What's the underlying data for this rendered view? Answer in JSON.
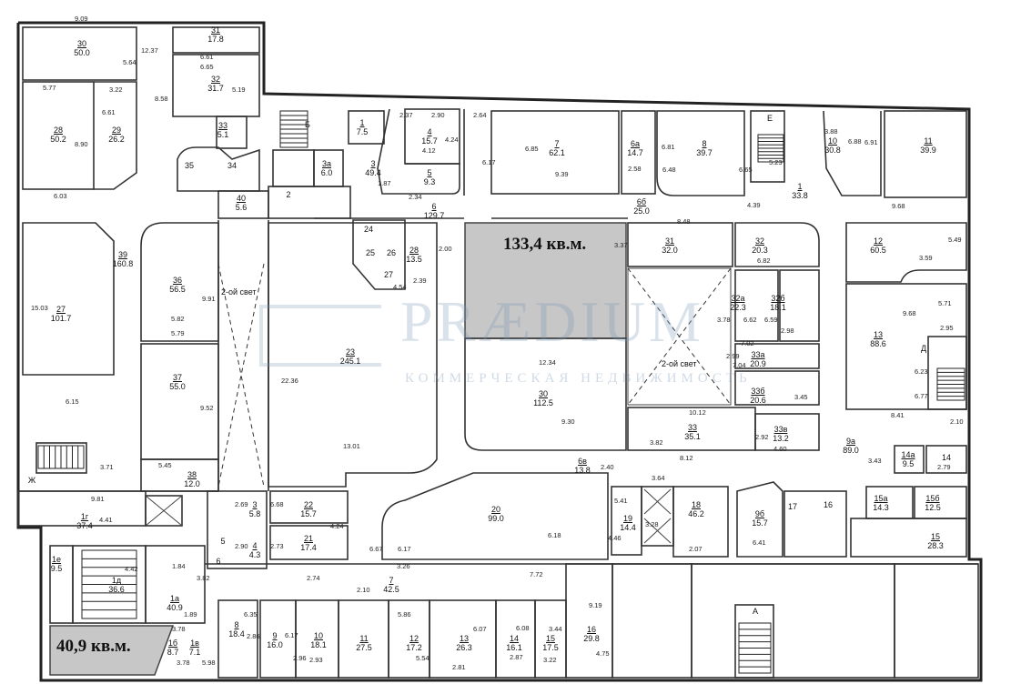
{
  "highlights": [
    {
      "label": "133,4 кв.м."
    },
    {
      "label": "40,9 кв.м."
    }
  ],
  "watermark": {
    "brand": "PRÆDIUM",
    "tagline": "КОММЕРЧЕСКАЯ НЕДВИЖИМОСТЬ"
  },
  "notes": {
    "double_height_left": "2-ой свет",
    "double_height_right": "2-ой свет"
  },
  "rooms": [
    {
      "num": "30",
      "area": "50.0"
    },
    {
      "num": "31",
      "area": "17.8"
    },
    {
      "num": "32",
      "area": "31.7"
    },
    {
      "num": "28",
      "area": "50.2"
    },
    {
      "num": "29",
      "area": "26.2"
    },
    {
      "num": "33",
      "area": "5.1"
    },
    {
      "num": "35",
      "area": ""
    },
    {
      "num": "34",
      "area": ""
    },
    {
      "num": "40",
      "area": "5.6"
    },
    {
      "num": "2",
      "area": ""
    },
    {
      "num": "1",
      "area": "7.5"
    },
    {
      "num": "Б",
      "area": ""
    },
    {
      "num": "3а",
      "area": "6.0"
    },
    {
      "num": "3",
      "area": "49.4"
    },
    {
      "num": "4",
      "area": "15.7"
    },
    {
      "num": "5",
      "area": "9.3"
    },
    {
      "num": "6",
      "area": "129.7"
    },
    {
      "num": "7",
      "area": "62.1"
    },
    {
      "num": "6а",
      "area": "14.7"
    },
    {
      "num": "8",
      "area": "39.7"
    },
    {
      "num": "Е",
      "area": ""
    },
    {
      "num": "1",
      "area": "33.8"
    },
    {
      "num": "10",
      "area": "30.8"
    },
    {
      "num": "11",
      "area": "39.9"
    },
    {
      "num": "6б",
      "area": "25.0"
    },
    {
      "num": "24",
      "area": ""
    },
    {
      "num": "25",
      "area": ""
    },
    {
      "num": "26",
      "area": ""
    },
    {
      "num": "28",
      "area": "13.5"
    },
    {
      "num": "27",
      "area": ""
    },
    {
      "num": "39",
      "area": "160.8"
    },
    {
      "num": "27",
      "area": "101.7"
    },
    {
      "num": "36",
      "area": "56.5"
    },
    {
      "num": "37",
      "area": "55.0"
    },
    {
      "num": "23",
      "area": "245.1"
    },
    {
      "num": "30",
      "area": "112.5"
    },
    {
      "num": "31",
      "area": "32.0"
    },
    {
      "num": "32",
      "area": "20.3"
    },
    {
      "num": "12",
      "area": "60.5"
    },
    {
      "num": "32а",
      "area": "22.3"
    },
    {
      "num": "32б",
      "area": "18.1"
    },
    {
      "num": "13",
      "area": "88.6"
    },
    {
      "num": "33а",
      "area": "20.9"
    },
    {
      "num": "33б",
      "area": "20.6"
    },
    {
      "num": "Д",
      "area": ""
    },
    {
      "num": "33",
      "area": "35.1"
    },
    {
      "num": "33в",
      "area": "13.2"
    },
    {
      "num": "9а",
      "area": "89.0"
    },
    {
      "num": "14а",
      "area": "9.5"
    },
    {
      "num": "14",
      "area": ""
    },
    {
      "num": "6в",
      "area": "13.8"
    },
    {
      "num": "38",
      "area": "12.0"
    },
    {
      "num": "Ж",
      "area": ""
    },
    {
      "num": "1г",
      "area": "37.4"
    },
    {
      "num": "22",
      "area": "15.7"
    },
    {
      "num": "21",
      "area": "17.4"
    },
    {
      "num": "3",
      "area": "5.8"
    },
    {
      "num": "5",
      "area": ""
    },
    {
      "num": "4",
      "area": "4.3"
    },
    {
      "num": "6",
      "area": ""
    },
    {
      "num": "20",
      "area": "99.0"
    },
    {
      "num": "19",
      "area": "14.4"
    },
    {
      "num": "18",
      "area": "46.2"
    },
    {
      "num": "9б",
      "area": "15.7"
    },
    {
      "num": "17",
      "area": ""
    },
    {
      "num": "16",
      "area": ""
    },
    {
      "num": "15а",
      "area": "14.3"
    },
    {
      "num": "15б",
      "area": "12.5"
    },
    {
      "num": "15",
      "area": "28.3"
    },
    {
      "num": "1е",
      "area": "9.5"
    },
    {
      "num": "1д",
      "area": "36.6"
    },
    {
      "num": "1а",
      "area": "40.9"
    },
    {
      "num": "7",
      "area": "42.5"
    },
    {
      "num": "8",
      "area": "18.4"
    },
    {
      "num": "9",
      "area": "16.0"
    },
    {
      "num": "10",
      "area": "18.1"
    },
    {
      "num": "11",
      "area": "27.5"
    },
    {
      "num": "12",
      "area": "17.2"
    },
    {
      "num": "13",
      "area": "26.3"
    },
    {
      "num": "14",
      "area": "16.1"
    },
    {
      "num": "15",
      "area": "17.5"
    },
    {
      "num": "16",
      "area": "29.8"
    },
    {
      "num": "1б",
      "area": "8.7"
    },
    {
      "num": "1в",
      "area": "7.1"
    },
    {
      "num": "А",
      "area": ""
    }
  ],
  "dimensions": [
    "9.09",
    "5.64",
    "12.37",
    "6.65",
    "6.61",
    "5.19",
    "5.77",
    "3.22",
    "6.61",
    "8.58",
    "8.90",
    "6.03",
    "15.03",
    "9.91",
    "5.82",
    "5.79",
    "9.52",
    "6.15",
    "3.71",
    "5.45",
    "22.36",
    "13.01",
    "2.37",
    "2.90",
    "2.64",
    "4.24",
    "4.12",
    "1.87",
    "2.34",
    "6.17",
    "6.85",
    "9.39",
    "2.58",
    "6.81",
    "6.48",
    "6.65",
    "5.23",
    "3.88",
    "6.88",
    "6.91",
    "9.68",
    "4.39",
    "8.48",
    "2.00",
    "4.54",
    "2.39",
    "12.34",
    "9.30",
    "3.37",
    "6.82",
    "5.49",
    "3.59",
    "3.78",
    "6.62",
    "6.59",
    "2.98",
    "7.02",
    "2.99",
    "7.04",
    "3.45",
    "5.71",
    "9.68",
    "2.95",
    "6.23",
    "6.77",
    "10.12",
    "8.41",
    "2.10",
    "3.82",
    "2.92",
    "4.60",
    "8.12",
    "3.43",
    "2.79",
    "2.40",
    "3.64",
    "9.81",
    "4.41",
    "2.69",
    "2.90",
    "6.68",
    "2.73",
    "4.24",
    "6.67",
    "6.17",
    "6.18",
    "4.46",
    "3.28",
    "2.07",
    "6.41",
    "5.41",
    "2.74",
    "3.26",
    "7.72",
    "2.10",
    "4.42",
    "3.82",
    "1.84",
    "1.89",
    "3.78",
    "3.78",
    "5.98",
    "2.86",
    "6.35",
    "6.17",
    "2.96",
    "2.93",
    "5.86",
    "5.54",
    "6.07",
    "6.08",
    "3.44",
    "9.19",
    "4.75",
    "2.81",
    "2.87",
    "3.22"
  ]
}
